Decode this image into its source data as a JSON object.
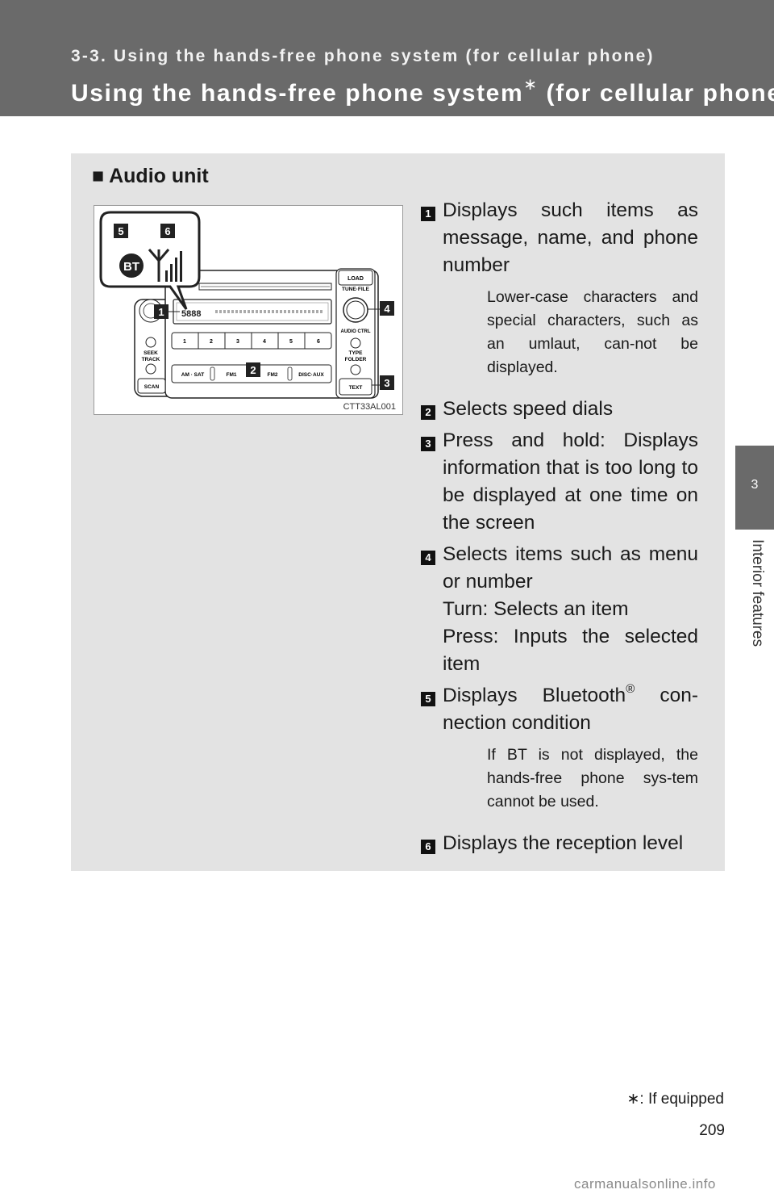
{
  "header": {
    "subtitle": "3-3. Using the hands-free phone system (for cellular phone)",
    "title_part1": "Using the hands-free phone system",
    "title_mark": "∗",
    "title_part2": " (for cellular phone)"
  },
  "side_tab": {
    "chapter_number": "3",
    "chapter_label": "Interior features"
  },
  "section": {
    "marker": "■",
    "heading": "Audio unit"
  },
  "figure": {
    "caption": "CTT33AL001",
    "callouts": [
      "1",
      "2",
      "3",
      "4",
      "5",
      "6"
    ],
    "bubble_text": "BT",
    "buttons": {
      "load": "LOAD",
      "tune_file": "TUNE·FILE",
      "audio_ctrl": "AUDIO CTRL",
      "type_folder_1": "TYPE",
      "type_folder_2": "FOLDER",
      "text": "TEXT",
      "seek_1": "SEEK",
      "seek_2": "TRACK",
      "scan": "SCAN",
      "am_sat": "AM · SAT",
      "fm1": "FM1",
      "fm2": "FM2",
      "disc_aux": "DISC·AUX",
      "presets": [
        "1",
        "2",
        "3",
        "4",
        "5",
        "6"
      ],
      "display_digits": "5888"
    }
  },
  "items": [
    {
      "number": "1",
      "text": "Displays such items as message, name, and phone number",
      "note": "Lower-case characters and special characters, such as an umlaut, can-not be displayed."
    },
    {
      "number": "2",
      "text": "Selects speed dials"
    },
    {
      "number": "3",
      "text": "Press and hold: Displays information that is too long to be displayed at one time on the screen"
    },
    {
      "number": "4",
      "text": "Selects items such as menu or number",
      "line2": "Turn: Selects an item",
      "line3": "Press: Inputs the selected item"
    },
    {
      "number": "5",
      "text_a": "Displays Bluetooth",
      "sup": "®",
      "text_b": " con-nection condition",
      "note": "If BT is not displayed, the hands-free phone sys-tem cannot be used."
    },
    {
      "number": "6",
      "text": "Displays the reception level"
    }
  ],
  "footnote": "∗: If equipped",
  "page_number": "209",
  "watermark": "carmanualsonline.info"
}
